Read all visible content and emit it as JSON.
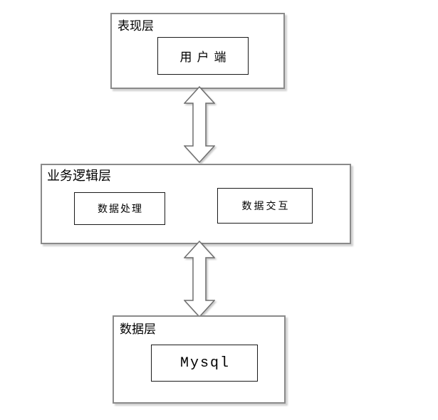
{
  "diagram": {
    "type": "layered-architecture",
    "layers": [
      {
        "label": "表现层",
        "nodes": [
          {
            "label": "用户端"
          }
        ]
      },
      {
        "label": "业务逻辑层",
        "nodes": [
          {
            "label": "数据处理"
          },
          {
            "label": "数据交互"
          }
        ]
      },
      {
        "label": "数据层",
        "nodes": [
          {
            "label": "Mysql"
          }
        ]
      }
    ],
    "connectors": [
      {
        "name": "presentation-to-business",
        "icon": "double-arrow-vertical-icon",
        "direction": "bidirectional"
      },
      {
        "name": "business-to-data",
        "icon": "double-arrow-vertical-icon",
        "direction": "bidirectional"
      }
    ]
  },
  "colors": {
    "background": "#ffffff",
    "outer_box_border": "#8a8a8a",
    "inner_box_border": "#1a1a1a",
    "arrow_outline": "#6e6e6e",
    "arrow_fill": "#ffffff",
    "text": "#000000"
  }
}
